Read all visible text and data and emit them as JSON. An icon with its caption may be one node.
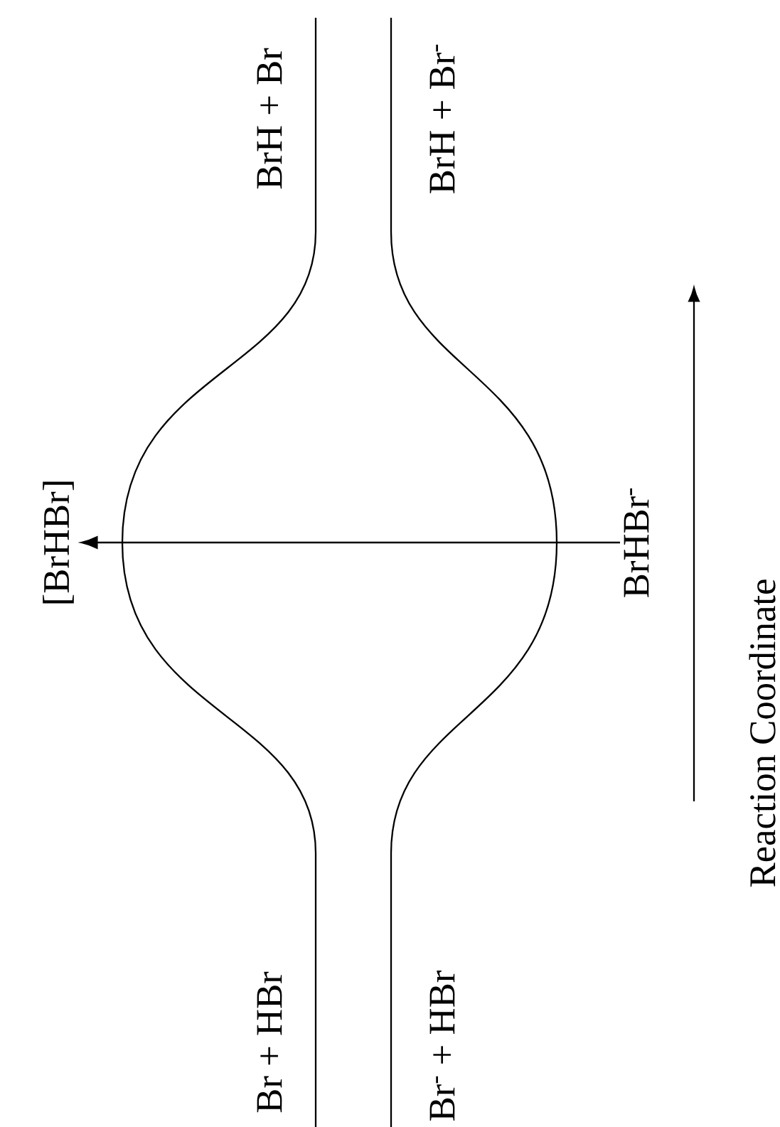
{
  "diagram": {
    "nodes": [
      {
        "text": [
          "[BrHBr]"
        ]
      },
      {
        "text": [
          "BrHBr$^{-}$"
        ]
      }
    ],
    "edges": [
      {
        "from": 1,
        "to": 0,
        "arrow": "to"
      }
    ],
    "labels": [
      "Br + HBr",
      "BrH + Br",
      "Br$^{-}$ + HBr",
      "BrH + Br$^{-}$",
      "Reaction Coordinate"
    ]
  }
}
